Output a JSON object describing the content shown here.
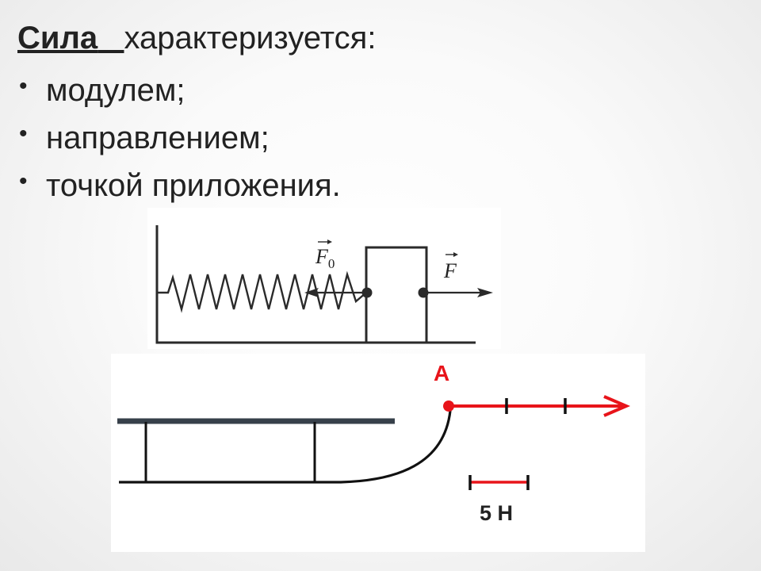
{
  "heading": {
    "term": "Сила",
    "rest": "характеризуется:"
  },
  "bullets": [
    {
      "text": "модулем;"
    },
    {
      "text": "направлением;"
    },
    {
      "text": "точкой приложения."
    }
  ],
  "bullet_glyph": "•",
  "spring_diagram": {
    "force_left": {
      "symbol": "F",
      "subscript": "0"
    },
    "force_right": {
      "symbol": "F"
    }
  },
  "sled_diagram": {
    "point_label": "A",
    "scale_label": "5 Н",
    "force_color": "#e8141a"
  }
}
